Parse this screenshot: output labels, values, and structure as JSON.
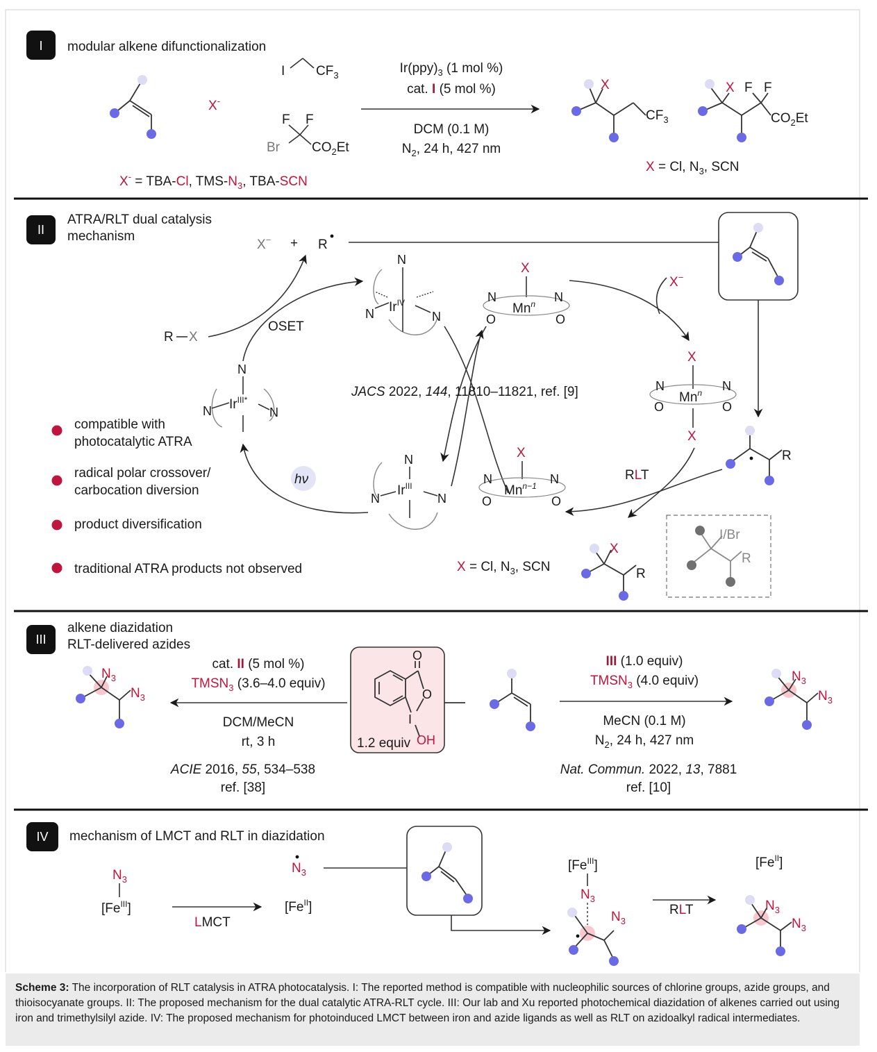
{
  "colors": {
    "accent_red": "#c0143c",
    "node_blue": "#6a6ae6",
    "node_light": "#dcdcf4",
    "node_grey": "#707070",
    "highlight_pink": "#f7c9cf",
    "box_pink": "#fbe5e7",
    "hv_bubble": "#e4e4f7"
  },
  "panel1": {
    "badge": "I",
    "title": "modular alkene difunctionalization",
    "x_minus": "X",
    "x_minus_sup": "-",
    "reagent_iodide": "I",
    "reagent_cf3": "CF",
    "reagent_cf3_sub": "3",
    "reagent_f1": "F",
    "reagent_f2": "F",
    "reagent_br": "Br",
    "reagent_ester": "CO",
    "reagent_ester_sub": "2",
    "reagent_ester_end": "Et",
    "cond_line1": "Ir(ppy)",
    "cond_line1_sub": "3",
    "cond_line1_end": "  (1 mol %)",
    "cond_line2_pre": "cat. ",
    "cond_line2_bold": "I",
    "cond_line2_end": " (5 mol %)",
    "cond_line3": "DCM (0.1 M)",
    "cond_line4_pre": "N",
    "cond_line4_sub": "2",
    "cond_line4_end": ", 24 h, 427 nm",
    "x_def_pre": "X",
    "x_def_sup": "-",
    "x_def_eq": " = TBA-",
    "x_def_cl": "Cl",
    "x_def_mid": ", TMS-",
    "x_def_n3": "N",
    "x_def_n3_sub": "3",
    "x_def_mid2": ", TBA-",
    "x_def_scn": "SCN",
    "prod1_x": "X",
    "prod1_cf3": "CF",
    "prod1_cf3_sub": "3",
    "prod2_x": "X",
    "prod2_f1": "F",
    "prod2_f2": "F",
    "prod2_ester": "CO",
    "prod2_ester_sub": "2",
    "prod2_ester_end": "Et",
    "prod_def_x": "X",
    "prod_def_rest": " = Cl, N",
    "prod_def_sub": "3",
    "prod_def_end": ", SCN"
  },
  "panel2": {
    "badge": "II",
    "title_line1": "ATRA/RLT dual catalysis",
    "title_line2": "mechanism",
    "x_minus": "X",
    "x_minus_sup": "−",
    "plus": "+",
    "radical": "R",
    "rx_r": "R",
    "rx_x": "X",
    "oset": "OSET",
    "ref_journal": "JACS",
    "ref_year": " 2022, ",
    "ref_vol": "144",
    "ref_rest": ", 11810–11821, ref. [9]",
    "hv": "hν",
    "rlt_r": "R",
    "rlt_l": "L",
    "rlt_t": "T",
    "x_minus_right": "X",
    "x_minus_right_sup": "−",
    "ir_iv": "Ir",
    "ir_iv_sup": "IV",
    "ir_iii_star": "Ir",
    "ir_iii_star_sup": "III*",
    "ir_iii": "Ir",
    "ir_iii_sup": "III",
    "n": "N",
    "o": "O",
    "mn": "Mn",
    "mn_n_sup": "n",
    "mn_n1_sup": "n−1",
    "mn_x": "X",
    "radical_r": "R",
    "prod_r": "R",
    "prod_x": "X",
    "prod_def_x": "X",
    "prod_def_rest": " = Cl, N",
    "prod_def_sub": "3",
    "prod_def_end": ", SCN",
    "grey_ibr": "I/Br",
    "grey_r": "R",
    "bullets": [
      "compatible with",
      "photocatalytic ATRA",
      "radical polar crossover/",
      "carbocation diversion",
      "product diversification",
      "traditional ATRA products not observed"
    ]
  },
  "panel3": {
    "badge": "III",
    "title_line1": "alkene diazidation",
    "title_line2": "RLT-delivered azides",
    "left_cond1_pre": "cat. ",
    "left_cond1_bold": "II",
    "left_cond1_end": " (5 mol %)",
    "left_cond2_red": "TMSN",
    "left_cond2_sub": "3",
    "left_cond2_end": " (3.6–4.0 equiv)",
    "left_cond3": "DCM/MeCN",
    "left_cond4": "rt, 3 h",
    "left_ref_journal": "ACIE",
    "left_ref_year": "  2016, ",
    "left_ref_vol": "55",
    "left_ref_rest": ", 534–538",
    "left_ref2": "ref. [38]",
    "box_o1": "O",
    "box_o2": "O",
    "box_i": "I",
    "box_oh": "OH",
    "box_equiv": "1.2 equiv",
    "right_cond1_bold": "III",
    "right_cond1_end": " (1.0 equiv)",
    "right_cond2_red": "TMSN",
    "right_cond2_sub": "3",
    "right_cond2_end": " (4.0 equiv)",
    "right_cond3": "MeCN (0.1 M)",
    "right_cond4_pre": "N",
    "right_cond4_sub": "2",
    "right_cond4_end": ", 24 h, 427 nm",
    "right_ref_journal": "Nat. Commun.",
    "right_ref_year": " 2022, ",
    "right_ref_vol": "13",
    "right_ref_rest": ", 7881",
    "right_ref2": "ref. [10]",
    "n3_label": "N",
    "n3_sub": "3"
  },
  "panel4": {
    "badge": "IV",
    "title": "mechanism of LMCT and RLT in diazidation",
    "n3": "N",
    "n3_sub": "3",
    "fe": "[Fe",
    "fe_iii_sup": "III",
    "fe_ii_sup": "II",
    "fe_close": "]",
    "lmct_l": "L",
    "lmct_rest": "MCT",
    "rlt_r": "R",
    "rlt_l": "L",
    "rlt_t": "T"
  },
  "caption": {
    "label": "Scheme 3:",
    "text": " The incorporation of RLT catalysis in ATRA photocatalysis. I: The reported method is compatible with nucleophilic sources of chlorine groups, azide groups, and thioisocyanate groups. II: The proposed mechanism for the dual catalytic ATRA-RLT cycle. III: Our lab and Xu reported photochemical diazidation of alkenes carried out using iron and trimethylsilyl azide. IV: The proposed mechanism for photoinduced LMCT between iron and azide ligands as well as RLT on azidoalkyl radical intermediates."
  }
}
